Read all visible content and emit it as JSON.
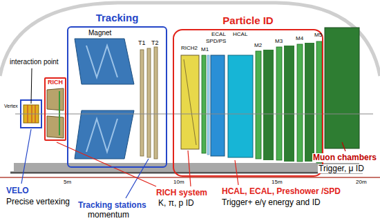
{
  "diagram": {
    "nodes": [
      {
        "text": [
          "Tracking"
        ]
      },
      {
        "text": [
          "RICH"
        ]
      },
      {
        "text": [
          "Particle ID"
        ]
      }
    ],
    "labels": [
      "interaction point",
      "Vertex",
      "Magnet",
      "T1",
      "T2",
      "RICH2",
      "M1",
      "SPD/PS",
      "ECAL",
      "HCAL",
      "M2",
      "M3",
      "M4",
      "M5",
      "5m",
      "10m",
      "15m",
      "20m",
      "VELO",
      "Precise vertexing",
      "Tracking stations",
      "momentum",
      "RICH system",
      "K, π, p ID",
      "HCAL, ECAL, Preshower /SPD",
      "Trigger+ e/γ energy and ID",
      "Muon chambers",
      "Trigger, μ ID"
    ]
  }
}
